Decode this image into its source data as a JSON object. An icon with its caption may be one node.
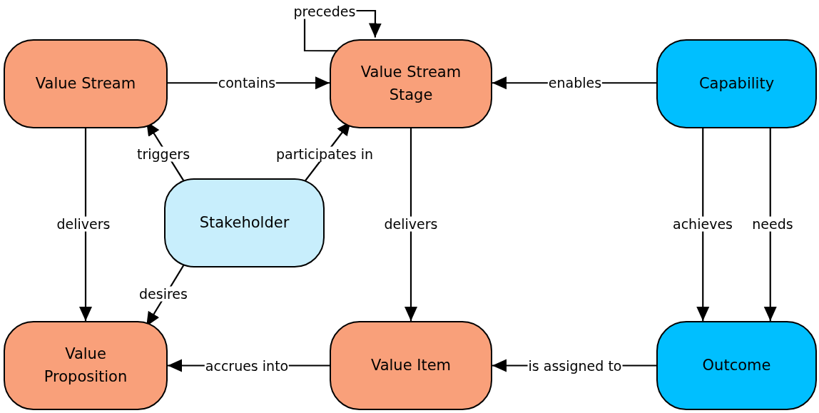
{
  "diagram": {
    "nodes": [
      {
        "text": [
          "Value Stream"
        ]
      },
      {
        "text": [
          "Value Stream Stage"
        ]
      },
      {
        "text": [
          "Capability"
        ]
      },
      {
        "text": [
          "Stakeholder"
        ]
      },
      {
        "text": [
          "Value Proposition"
        ]
      },
      {
        "text": [
          "Value Item"
        ]
      },
      {
        "text": [
          "Outcome"
        ]
      }
    ],
    "edges": [
      {
        "from": 0,
        "to": 1,
        "arrow": "to",
        "label": "contains"
      },
      {
        "from": 1,
        "to": 1,
        "arrow": "to",
        "label": "precedes"
      },
      {
        "from": 2,
        "to": 1,
        "arrow": "to",
        "label": "enables"
      },
      {
        "from": 3,
        "to": 0,
        "arrow": "to",
        "label": "triggers"
      },
      {
        "from": 3,
        "to": 1,
        "arrow": "to",
        "label": "participates in"
      },
      {
        "from": 0,
        "to": 4,
        "arrow": "to",
        "label": "delivers"
      },
      {
        "from": 3,
        "to": 4,
        "arrow": "to",
        "label": "desires"
      },
      {
        "from": 1,
        "to": 5,
        "arrow": "to",
        "label": "delivers"
      },
      {
        "from": 2,
        "to": 6,
        "arrow": "to",
        "label": "achieves"
      },
      {
        "from": 2,
        "to": 6,
        "arrow": "to",
        "label": "needs"
      },
      {
        "from": 5,
        "to": 4,
        "arrow": "to",
        "label": "accrues into"
      },
      {
        "from": 6,
        "to": 5,
        "arrow": "to",
        "label": "is assigned to"
      }
    ]
  }
}
